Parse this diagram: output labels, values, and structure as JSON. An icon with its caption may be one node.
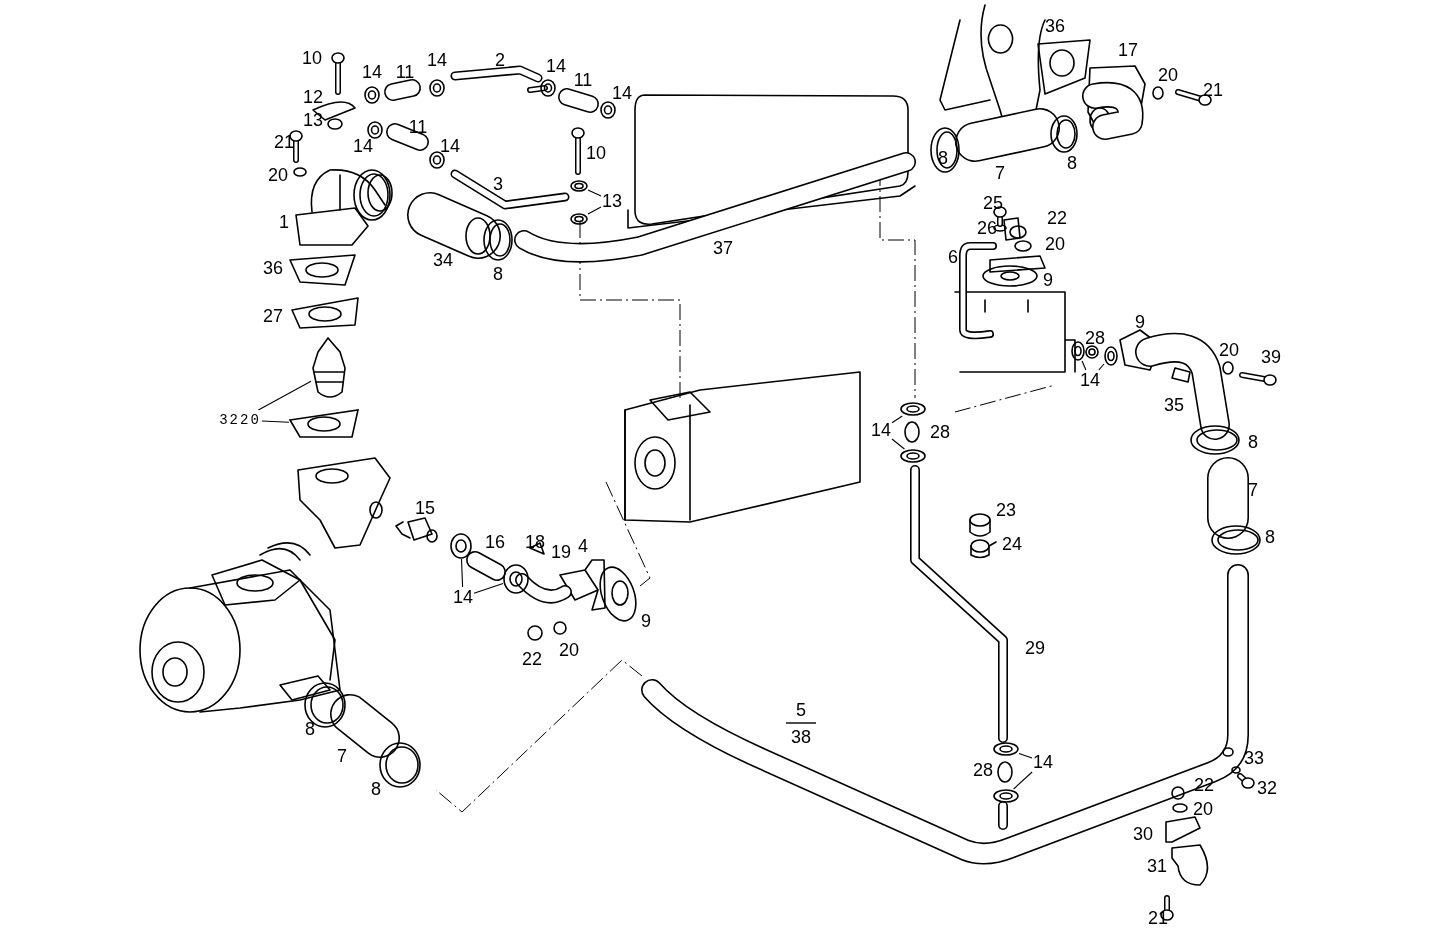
{
  "diagram": {
    "nodes": [
      {
        "text": [
          "3220"
        ]
      },
      {
        "text": [
          "13"
        ]
      },
      {
        "text": [
          "14"
        ]
      },
      {
        "text": [
          "14"
        ]
      },
      {
        "text": [
          "14"
        ]
      },
      {
        "text": [
          "14"
        ]
      },
      {
        "text": [],
        "shape": "picture"
      },
      {
        "text": [],
        "shape": "picture"
      },
      {
        "text": [],
        "shape": "circle"
      },
      {
        "text": [],
        "shape": "circle"
      },
      {
        "text": [],
        "shape": "circle"
      },
      {
        "text": [],
        "shape": "circle"
      },
      {
        "text": [],
        "shape": "circle"
      },
      {
        "text": [],
        "shape": "circle"
      },
      {
        "text": [],
        "shape": "circle"
      },
      {
        "text": [],
        "shape": "circle"
      },
      {
        "text": [],
        "shape": "circle"
      },
      {
        "text": [],
        "shape": "circle"
      }
    ],
    "edges": [
      {
        "from": 0,
        "to": 6,
        "arrow": "none"
      },
      {
        "from": 0,
        "to": 7,
        "arrow": "none"
      },
      {
        "from": 1,
        "to": 8,
        "arrow": "none"
      },
      {
        "from": 1,
        "to": 9,
        "arrow": "none"
      },
      {
        "from": 2,
        "to": 10,
        "arrow": "none"
      },
      {
        "from": 2,
        "to": 11,
        "arrow": "none"
      },
      {
        "from": 3,
        "to": 12,
        "arrow": "none"
      },
      {
        "from": 3,
        "to": 13,
        "arrow": "none"
      },
      {
        "from": 4,
        "to": 14,
        "arrow": "none"
      },
      {
        "from": 4,
        "to": 15,
        "arrow": "none"
      },
      {
        "from": 5,
        "to": 16,
        "arrow": "none"
      },
      {
        "from": 5,
        "to": 17,
        "arrow": "none"
      }
    ],
    "labels": [
      "36",
      "17",
      "10",
      "2",
      "14",
      "14",
      "14",
      "11",
      "20",
      "11",
      "21",
      "14",
      "12",
      "13",
      "11",
      "21",
      "14",
      "14",
      "10",
      "8",
      "8",
      "7",
      "20",
      "3",
      "25",
      "22",
      "1",
      "26",
      "20",
      "37",
      "6",
      "34",
      "36",
      "8",
      "9",
      "27",
      "9",
      "28",
      "20",
      "39",
      "35",
      "28",
      "8",
      "7",
      "15",
      "23",
      "16",
      "18",
      "4",
      "24",
      "8",
      "19",
      "9",
      "29",
      "20",
      "22",
      "5",
      "8",
      "38",
      "7",
      "33",
      "28",
      "22",
      "32",
      "8",
      "20",
      "30",
      "31",
      "21"
    ]
  }
}
